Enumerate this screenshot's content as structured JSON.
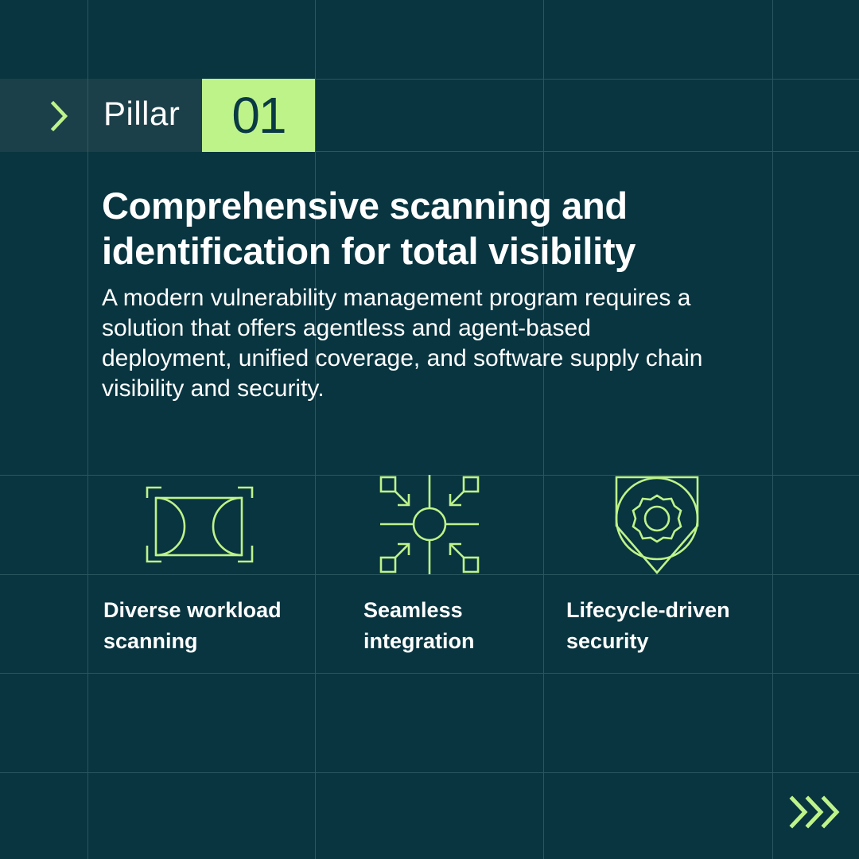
{
  "header": {
    "chevron_icon": "chevron-right-icon",
    "label": "Pillar",
    "number": "01"
  },
  "main": {
    "title": "Comprehensive scanning and identification for total visibility",
    "description": "A modern vulnerability management program requires a solution that offers agentless and agent-based deployment, unified coverage, and software supply chain visibility and security."
  },
  "features": [
    {
      "icon": "workload-scan-icon",
      "label_line1": "Diverse workload",
      "label_line2": "scanning"
    },
    {
      "icon": "integration-hub-icon",
      "label_line1": "Seamless",
      "label_line2": "integration"
    },
    {
      "icon": "shield-gear-icon",
      "label_line1": "Lifecycle-driven",
      "label_line2": "security"
    }
  ],
  "footer": {
    "next_icon": "triple-chevron-right-icon"
  },
  "colors": {
    "background": "#083540",
    "accent": "#bef38a",
    "band": "#1c4049",
    "grid": "#2a5660"
  }
}
